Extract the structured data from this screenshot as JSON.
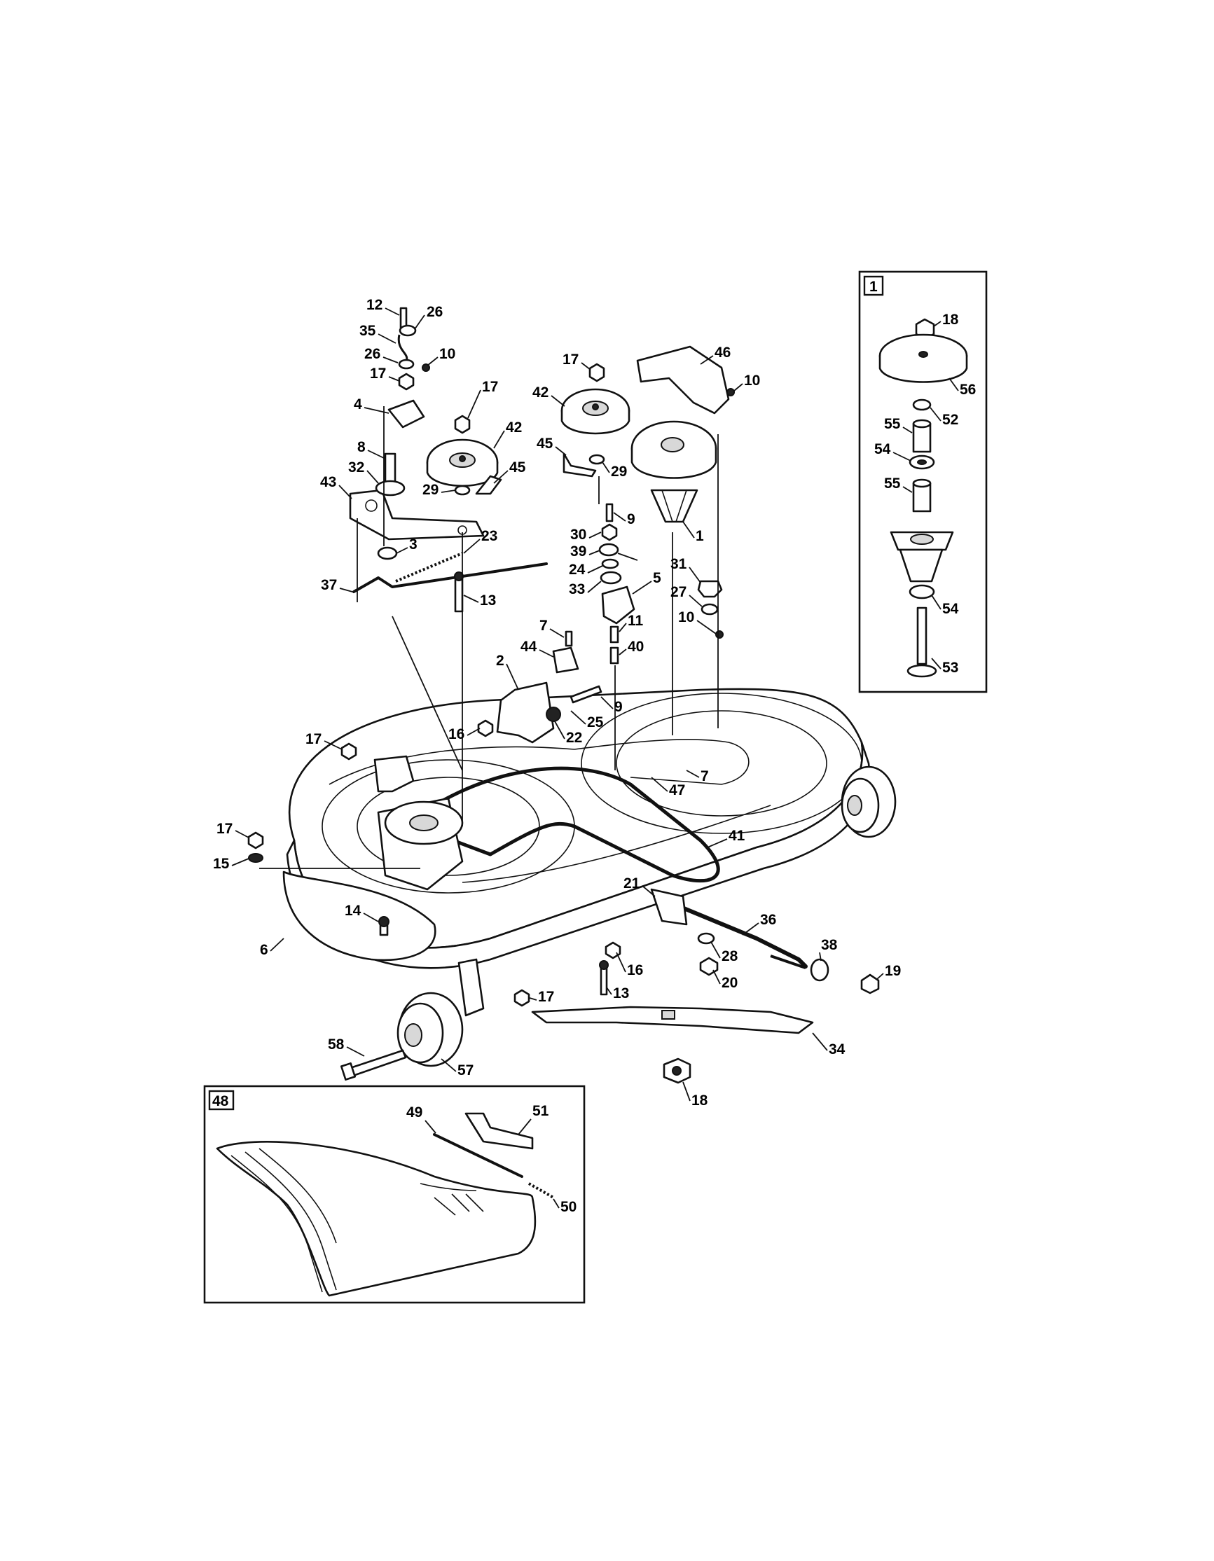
{
  "diagram": {
    "type": "exploded parts diagram",
    "subject": "mower deck assembly",
    "callouts": [
      "1",
      "2",
      "3",
      "4",
      "5",
      "6",
      "7",
      "8",
      "9",
      "10",
      "11",
      "12",
      "13",
      "14",
      "15",
      "16",
      "17",
      "18",
      "19",
      "20",
      "21",
      "22",
      "23",
      "24",
      "25",
      "26",
      "27",
      "28",
      "29",
      "30",
      "31",
      "32",
      "33",
      "34",
      "35",
      "36",
      "37",
      "38",
      "39",
      "40",
      "41",
      "42",
      "43",
      "44",
      "45",
      "46",
      "47",
      "48",
      "49",
      "50",
      "51",
      "52",
      "53",
      "54",
      "55",
      "56",
      "57",
      "58"
    ],
    "insets": [
      {
        "tag": "1",
        "callouts": [
          "18",
          "56",
          "52",
          "55",
          "54",
          "55",
          "54",
          "53"
        ]
      },
      {
        "tag": "48",
        "callouts": [
          "49",
          "51",
          "50"
        ]
      }
    ]
  }
}
